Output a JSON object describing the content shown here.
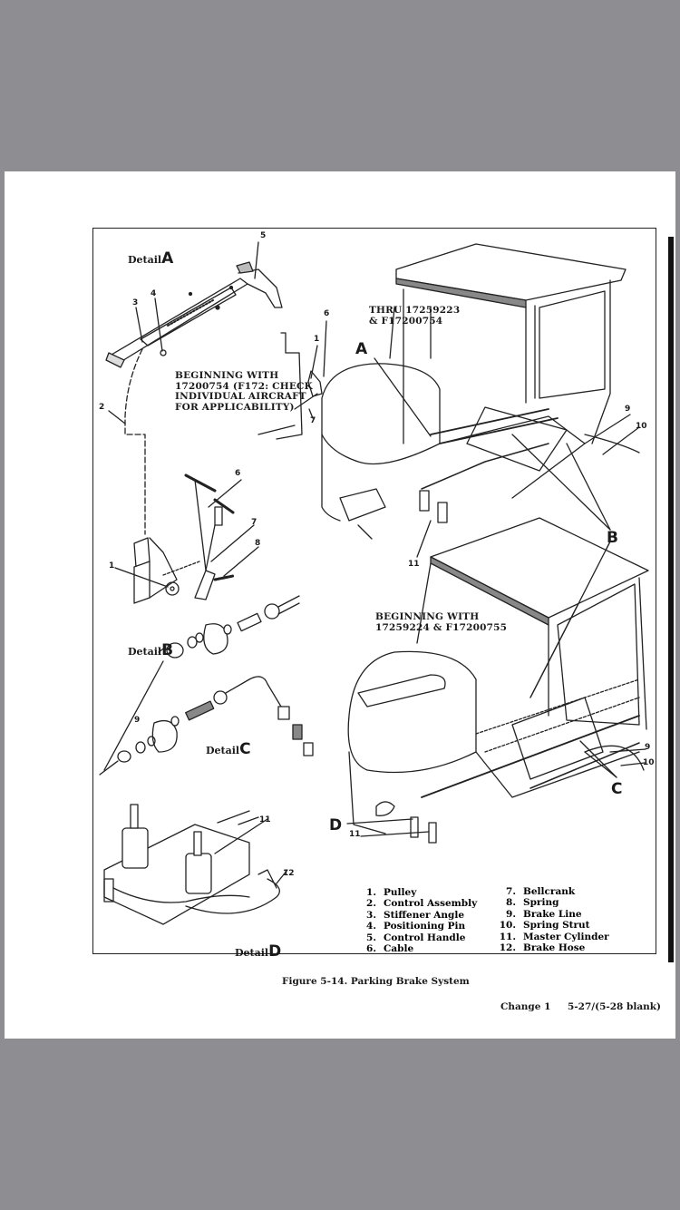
{
  "figure": {
    "caption": "Figure 5-14.  Parking Brake System",
    "footer_change": "Change 1",
    "footer_page": "5-27/(5-28 blank)"
  },
  "details": {
    "a": {
      "word": "Detail",
      "letter": "A"
    },
    "b": {
      "word": "Detail",
      "letter": "B"
    },
    "c": {
      "word": "Detail",
      "letter": "C"
    },
    "d": {
      "word": "Detail",
      "letter": "D"
    }
  },
  "notes": {
    "beginning_17200754": [
      "BEGINNING WITH",
      "17200754 (F172: CHECK",
      "INDIVIDUAL AIRCRAFT",
      "FOR APPLICABILITY)"
    ],
    "thru_17259223": [
      "THRU 17259223",
      "& F17200754"
    ],
    "beginning_17259224": [
      "BEGINNING WITH",
      "17259224 & F17200755"
    ]
  },
  "view_letters": {
    "a": "A",
    "b": "B",
    "c": "C",
    "d": "D"
  },
  "callouts": {
    "n1": "1",
    "n2": "2",
    "n3": "3",
    "n4": "4",
    "n5": "5",
    "n6": "6",
    "n7": "7",
    "n8": "8",
    "n9": "9",
    "n10": "10",
    "n11": "11",
    "n12": "12"
  },
  "legend": {
    "left": [
      {
        "num": "1.",
        "label": "Pulley"
      },
      {
        "num": "2.",
        "label": "Control Assembly"
      },
      {
        "num": "3.",
        "label": "Stiffener Angle"
      },
      {
        "num": "4.",
        "label": "Positioning Pin"
      },
      {
        "num": "5.",
        "label": "Control Handle"
      },
      {
        "num": "6.",
        "label": "Cable"
      }
    ],
    "right": [
      {
        "num": "7.",
        "label": "Bellcrank"
      },
      {
        "num": "8.",
        "label": "Spring"
      },
      {
        "num": "9.",
        "label": "Brake Line"
      },
      {
        "num": "10.",
        "label": "Spring Strut"
      },
      {
        "num": "11.",
        "label": "Master Cylinder"
      },
      {
        "num": "12.",
        "label": "Brake Hose"
      }
    ]
  },
  "colors": {
    "background": "#8e8d92",
    "page": "#ffffff",
    "ink": "#1a1a1a"
  }
}
